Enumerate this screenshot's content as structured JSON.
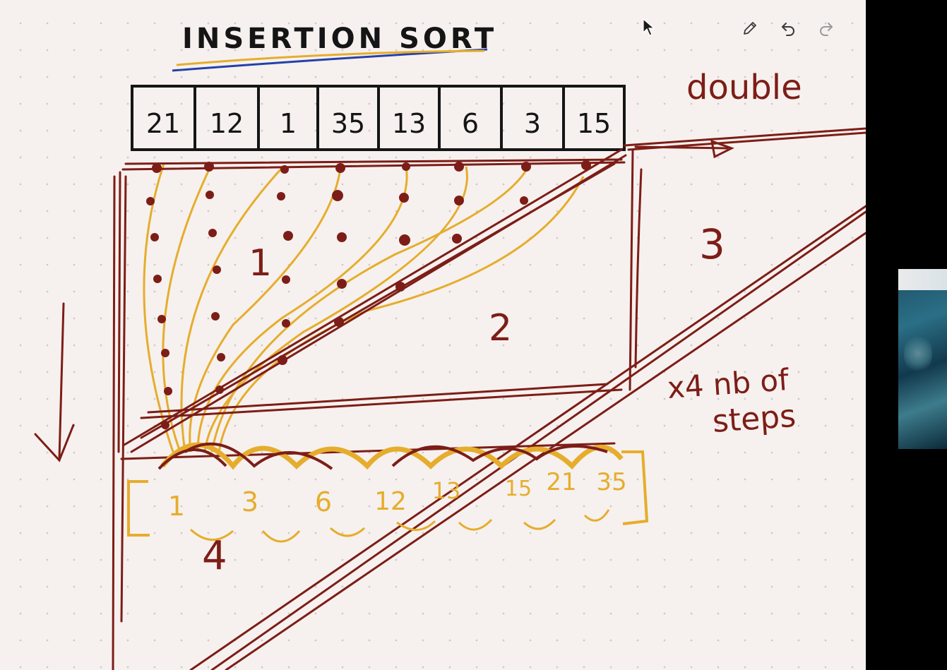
{
  "title": "INSERTION SORT",
  "array_values": [
    "21",
    "12",
    "1",
    "35",
    "13",
    "6",
    "3",
    "15"
  ],
  "sorted_values": [
    "1",
    "3",
    "6",
    "12",
    "13",
    "15",
    "21",
    "35"
  ],
  "region_labels": [
    "1",
    "2",
    "3",
    "4"
  ],
  "notes": {
    "double": "double",
    "steps_line1": "x4 nb of",
    "steps_line2": "steps"
  },
  "toolbar": {
    "pen": "pencil-icon",
    "undo": "undo-icon",
    "redo": "redo-icon"
  },
  "colors": {
    "ink_red": "#7d1d17",
    "ink_yellow": "#e6ad2c",
    "ink_black": "#151515",
    "underline_blue": "#2441a8",
    "paper": "#f6f1ef"
  }
}
